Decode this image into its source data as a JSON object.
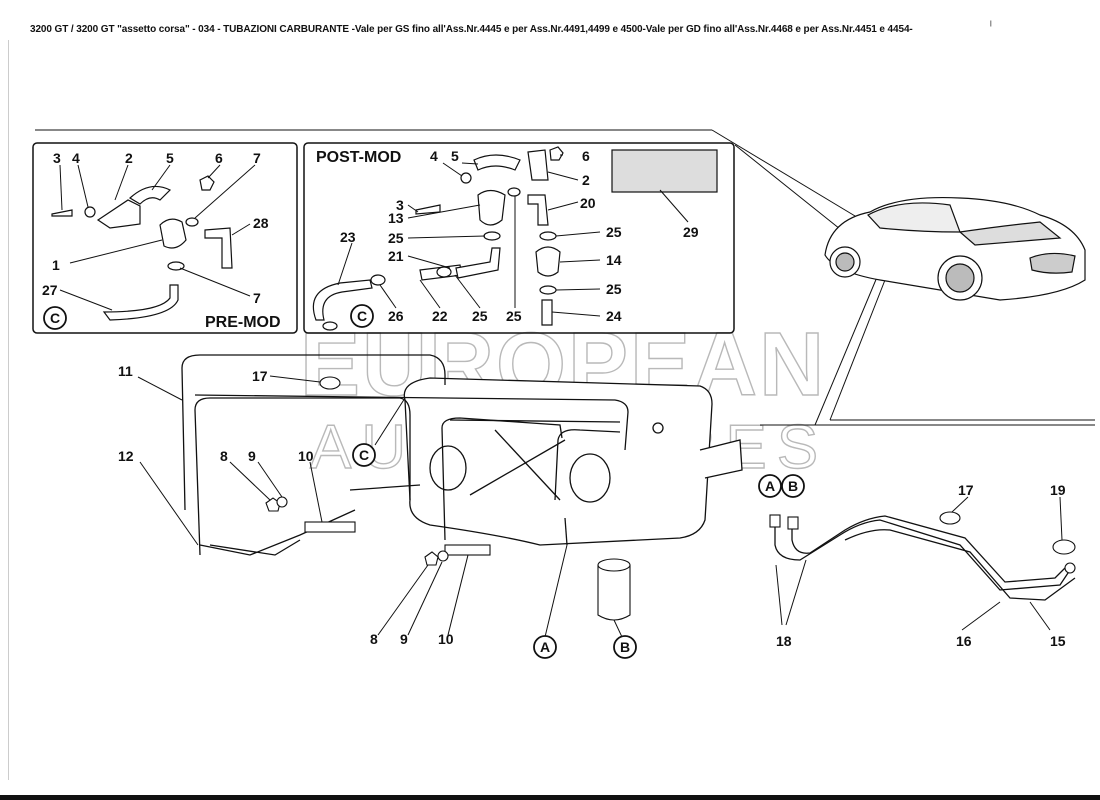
{
  "header": {
    "title": "3200 GT / 3200 GT \"assetto corsa\" - 034 - TUBAZIONI CARBURANTE -Vale per GS fino all'Ass.Nr.4445 e per Ass.Nr.4491,4499 e 4500-Vale per GD fino all'Ass.Nr.4468 e per Ass.Nr.4451 e 4454-",
    "tick": "ˡ"
  },
  "watermark": {
    "line1": "EUROPEAN",
    "line2": "AUTOSPARES"
  },
  "pre_mod": {
    "title": "PRE-MOD",
    "labels": {
      "l3": "3",
      "l4": "4",
      "l2": "2",
      "l5": "5",
      "l6": "6",
      "l7a": "7",
      "l28": "28",
      "l1": "1",
      "l7b": "7",
      "l27": "27"
    },
    "circle": "C"
  },
  "post_mod": {
    "title": "POST-MOD",
    "labels": {
      "l4": "4",
      "l5": "5",
      "l6": "6",
      "l2": "2",
      "l3": "3",
      "l13": "13",
      "l20": "20",
      "l29": "29",
      "l23": "23",
      "l25a": "25",
      "l21": "21",
      "l25b": "25",
      "l14": "14",
      "l25c": "25",
      "l26": "26",
      "l22": "22",
      "l25d": "25",
      "l25e": "25",
      "l24": "24"
    },
    "circle": "C"
  },
  "main": {
    "labels": {
      "l11": "11",
      "l17": "17",
      "l12": "12",
      "l8a": "8",
      "l9a": "9",
      "l10a": "10",
      "l8b": "8",
      "l9b": "9",
      "l10b": "10"
    },
    "circles": {
      "c": "C",
      "a": "A",
      "b": "B"
    }
  },
  "right": {
    "labels": {
      "l17": "17",
      "l19": "19",
      "l18": "18",
      "l16": "16",
      "l15": "15"
    },
    "circles": {
      "a": "A",
      "b": "B"
    }
  },
  "colors": {
    "ink": "#111111",
    "watermark": "#b9b9b9",
    "background": "#ffffff"
  }
}
